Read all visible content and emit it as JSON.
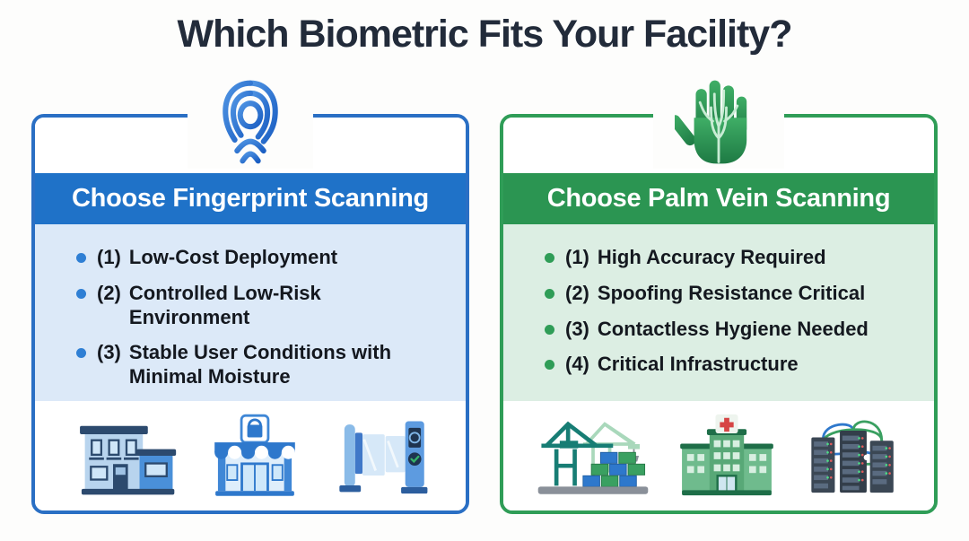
{
  "title": "Which Biometric Fits Your Facility?",
  "panels": [
    {
      "header": "Choose Fingerprint Scanning",
      "top_icon": "fingerprint-icon",
      "items": [
        {
          "num": "(1)",
          "text": "Low-Cost Deployment"
        },
        {
          "num": "(2)",
          "text": "Controlled Low-Risk Environment"
        },
        {
          "num": "(3)",
          "text": "Stable User Conditions with Minimal Moisture"
        }
      ],
      "footer_icons": [
        "office-building-icon",
        "retail-storefront-icon",
        "access-gate-turnstile-icon"
      ],
      "colors": {
        "accent": "#1f72c8",
        "border": "#2a6fc4",
        "body_bg": "#dce9f8",
        "bullet": "#2f7fd4"
      }
    },
    {
      "header": "Choose Palm Vein Scanning",
      "top_icon": "palm-vein-icon",
      "items": [
        {
          "num": "(1)",
          "text": "High Accuracy Required"
        },
        {
          "num": "(2)",
          "text": "Spoofing Resistance Critical"
        },
        {
          "num": "(3)",
          "text": "Contactless Hygiene Needed"
        },
        {
          "num": "(4)",
          "text": "Critical Infrastructure"
        }
      ],
      "footer_icons": [
        "port-crane-icon",
        "hospital-icon",
        "server-racks-icon"
      ],
      "colors": {
        "accent": "#2b9552",
        "border": "#2f9d57",
        "body_bg": "#dceee3",
        "bullet": "#2f9d57"
      }
    }
  ],
  "title_color": "#222b3a"
}
